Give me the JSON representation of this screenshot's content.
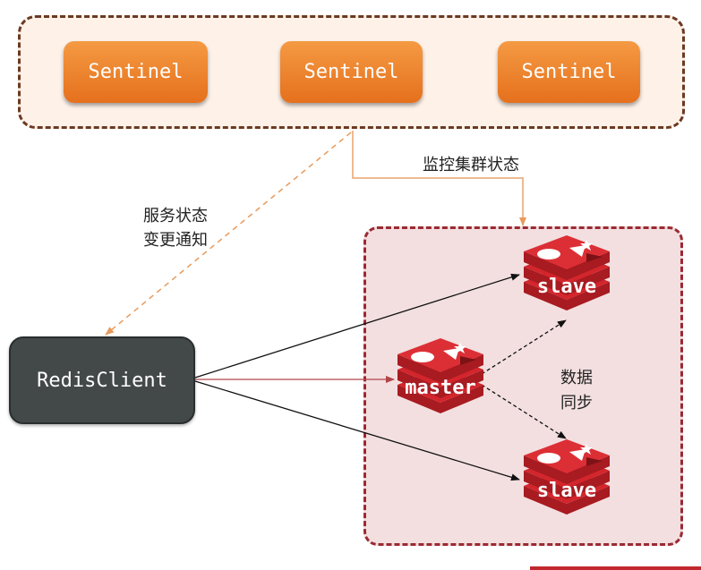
{
  "sentinels": [
    "Sentinel",
    "Sentinel",
    "Sentinel"
  ],
  "monitor_label": "监控集群状态",
  "notify_label": [
    "服务状态",
    "变更通知"
  ],
  "client_label": "RedisClient",
  "master_label": "master",
  "slave_labels": [
    "slave",
    "slave"
  ],
  "sync_label": [
    "数据",
    "同步"
  ],
  "colors": {
    "sentinel": "#ee7f2b",
    "redis": "#d3262c",
    "client": "#434848",
    "sentinel_border": "#6b3a22",
    "redis_border": "#9a2a32"
  }
}
